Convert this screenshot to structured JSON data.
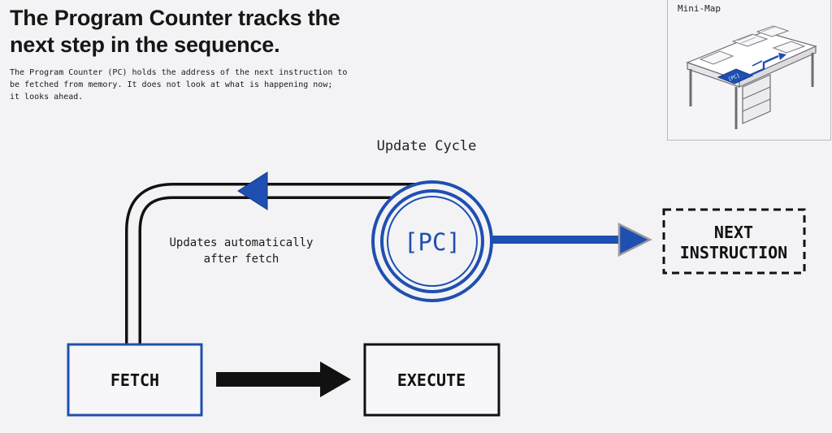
{
  "header": {
    "title_line1": "The Program Counter tracks the",
    "title_line2": "next step in the sequence.",
    "description": "The Program Counter (PC) holds the address of the next instruction to\nbe fetched from memory. It does not look at what is happening now;\nit looks ahead."
  },
  "minimap": {
    "label": "Mini-Map",
    "pc_label": "[PC]"
  },
  "diagram": {
    "cycle_label": "Update Cycle",
    "pc_label": "[PC]",
    "annotation_line1": "Updates automatically",
    "annotation_line2": "after fetch",
    "next_line1": "NEXT",
    "next_line2": "INSTRUCTION",
    "fetch_label": "FETCH",
    "execute_label": "EXECUTE"
  },
  "colors": {
    "accent_blue": "#1f4fb0",
    "ink": "#111111",
    "background": "#f3f3f5"
  }
}
